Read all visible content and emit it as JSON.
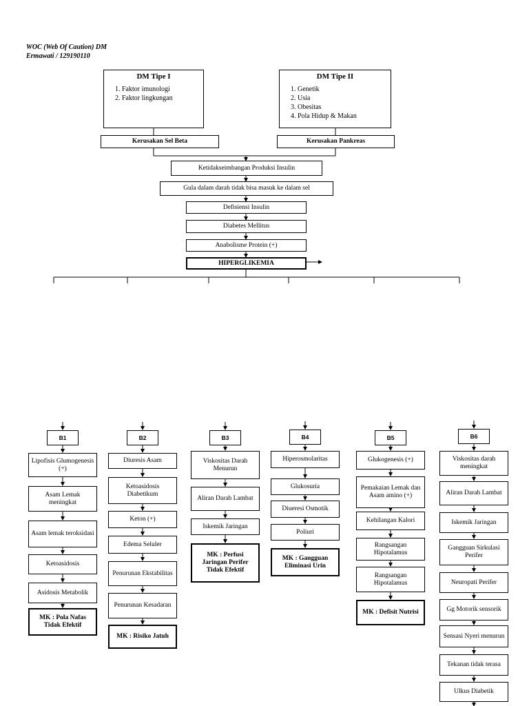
{
  "header": {
    "title": "WOC (Web Of Caution) DM",
    "author": "Ermawati / 129190110"
  },
  "dm1": {
    "title": "DM Tipe I",
    "items": [
      "Faktor imunologi",
      "Faktor lingkungan"
    ]
  },
  "dm2": {
    "title": "DM Tipe II",
    "items": [
      "Genetik",
      "Usia",
      "Obesitas",
      "Pola Hidup & Makan"
    ]
  },
  "flow": {
    "kerusakan_sel_beta": "Kerusakan Sel Beta",
    "kerusakan_pankreas": "Kerusakan Pankreas",
    "ketidakseimbangan": "Ketidakseimbangan Produksi Insulin",
    "gula": "Gula dalam darah tidak bisa masuk ke dalam sel",
    "defisiensi": "Defisiensi Insulin",
    "dm": "Diabetes Mellitus",
    "anabolisme": "Anabolisme Protein (+)",
    "hiperglikemia": "HIPERGLIKEMIA"
  },
  "branches": [
    {
      "label": "B1",
      "steps": [
        "Lipofisis Glumogenesis (+)",
        "Asam Lemak meningkat",
        "Asam lemak teroksidasi",
        "Ketoasidosis",
        "Asidosis Metabolik"
      ],
      "mk": "MK : Pola Nafas Tidak Efektif"
    },
    {
      "label": "B2",
      "steps": [
        "Diuresis Asam",
        "Ketoasidosis Diabetikum",
        "Keton (+)",
        "Edema Seluler",
        "Penurunan Ekstabilitas",
        "Penurunan Kesadaran"
      ],
      "mk": "MK : Risiko Jatuh"
    },
    {
      "label": "B3",
      "steps": [
        "Viskositas Darah Menurun",
        "Aliran Darah Lambat",
        "Iskemik Jaringan"
      ],
      "mk": "MK : Perfusi Jaringan Perifer Tidak Efektif"
    },
    {
      "label": "B4",
      "steps": [
        "Hiperosmolaritas",
        "Glukosuria",
        "Diueresi Osmotik",
        "Poliuri"
      ],
      "mk": "MK : Gangguan Eliminasi Urin"
    },
    {
      "label": "B5",
      "steps": [
        "Glukogenesis (+)",
        "Pemakaian Lemak dan Asam amino (+)",
        "Kehilangan Kalori",
        "Rangsangan Hipotalamus",
        "Rangsangan Hipotalamus"
      ],
      "mk": "MK : Defisit Nutrisi"
    },
    {
      "label": "B6",
      "steps": [
        "Viskositas darah meningkat",
        "Aliran Darah Lambat",
        "Iskemik Jaringan",
        "Gangguan Sirkulasi Perifer",
        "Neuropati Perifer",
        "Gg Motorik sensorik",
        "Sensasi Nyeri menurun",
        "Tekanan tidak terasa",
        "Ulkus Diabetik"
      ],
      "mk": null
    }
  ]
}
